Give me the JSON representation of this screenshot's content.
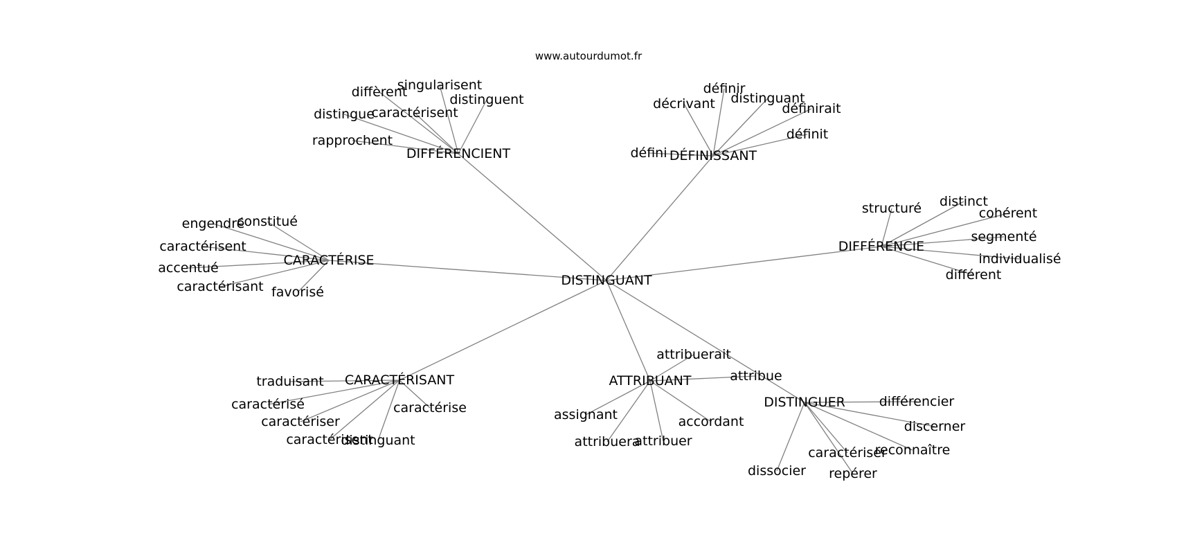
{
  "title": "www.autourdumot.fr",
  "edge_color": "#808080",
  "text_color": "#000000",
  "nodes": [
    {
      "id": "DISTINGUANT",
      "label": "DISTINGUANT"
    },
    {
      "id": "DIFFERENCIENT",
      "label": "DIFFÉRENCIENT"
    },
    {
      "id": "DEFINISSANT",
      "label": "DÉFINISSANT"
    },
    {
      "id": "CARACTERISE",
      "label": "CARACTÉRISE"
    },
    {
      "id": "DIFFERENCIE",
      "label": "DIFFÉRENCIE"
    },
    {
      "id": "CARACTERISANT",
      "label": "CARACTÉRISANT"
    },
    {
      "id": "ATTRIBUANT",
      "label": "ATTRIBUANT"
    },
    {
      "id": "DISTINGUER",
      "label": "DISTINGUER"
    },
    {
      "id": "differe",
      "label": "diffèrent"
    },
    {
      "id": "singularisent",
      "label": "singularisent"
    },
    {
      "id": "distinguent",
      "label": "distinguent"
    },
    {
      "id": "distingue",
      "label": "distingue"
    },
    {
      "id": "caracterisent1",
      "label": "caractérisent"
    },
    {
      "id": "rapprochent",
      "label": "rapprochent"
    },
    {
      "id": "definir",
      "label": "définir"
    },
    {
      "id": "decrivant",
      "label": "décrivant"
    },
    {
      "id": "distinguant2",
      "label": "distinguant"
    },
    {
      "id": "definirait",
      "label": "définirait"
    },
    {
      "id": "definit",
      "label": "définit"
    },
    {
      "id": "defini",
      "label": "défini"
    },
    {
      "id": "engendre",
      "label": "engendré"
    },
    {
      "id": "constitue",
      "label": "constitué"
    },
    {
      "id": "caracterisent2",
      "label": "caractérisent"
    },
    {
      "id": "accentue",
      "label": "accentué"
    },
    {
      "id": "caracterisant2",
      "label": "caractérisant"
    },
    {
      "id": "favorise",
      "label": "favorisé"
    },
    {
      "id": "structure",
      "label": "structuré"
    },
    {
      "id": "distinct",
      "label": "distinct"
    },
    {
      "id": "coherent",
      "label": "cohérent"
    },
    {
      "id": "segmente",
      "label": "segmenté"
    },
    {
      "id": "individualise",
      "label": "individualisé"
    },
    {
      "id": "different",
      "label": "différent"
    },
    {
      "id": "traduisant",
      "label": "traduisant"
    },
    {
      "id": "caracterise_pp",
      "label": "caractérisé"
    },
    {
      "id": "caracteriser1",
      "label": "caractériser"
    },
    {
      "id": "caracterisent3",
      "label": "caractérisent"
    },
    {
      "id": "distinguant3",
      "label": "distinguant"
    },
    {
      "id": "caracterise2",
      "label": "caractérise"
    },
    {
      "id": "attribuerait",
      "label": "attribuerait"
    },
    {
      "id": "attribue",
      "label": "attribue"
    },
    {
      "id": "assignant",
      "label": "assignant"
    },
    {
      "id": "accordant",
      "label": "accordant"
    },
    {
      "id": "attribuera",
      "label": "attribuera"
    },
    {
      "id": "attribuer",
      "label": "attribuer"
    },
    {
      "id": "differencier",
      "label": "différencier"
    },
    {
      "id": "discerner",
      "label": "discerner"
    },
    {
      "id": "reconnaitre",
      "label": "reconnaître"
    },
    {
      "id": "caracteriser2",
      "label": "caractériser"
    },
    {
      "id": "reperer",
      "label": "repérer"
    },
    {
      "id": "dissocier",
      "label": "dissocier"
    }
  ],
  "edges": [
    [
      "DISTINGUANT",
      "DIFFERENCIENT"
    ],
    [
      "DISTINGUANT",
      "DEFINISSANT"
    ],
    [
      "DISTINGUANT",
      "CARACTERISE"
    ],
    [
      "DISTINGUANT",
      "DIFFERENCIE"
    ],
    [
      "DISTINGUANT",
      "CARACTERISANT"
    ],
    [
      "DISTINGUANT",
      "ATTRIBUANT"
    ],
    [
      "DISTINGUANT",
      "DISTINGUER"
    ],
    [
      "DIFFERENCIENT",
      "differe"
    ],
    [
      "DIFFERENCIENT",
      "singularisent"
    ],
    [
      "DIFFERENCIENT",
      "distinguent"
    ],
    [
      "DIFFERENCIENT",
      "distingue"
    ],
    [
      "DIFFERENCIENT",
      "caracterisent1"
    ],
    [
      "DIFFERENCIENT",
      "rapprochent"
    ],
    [
      "DEFINISSANT",
      "definir"
    ],
    [
      "DEFINISSANT",
      "decrivant"
    ],
    [
      "DEFINISSANT",
      "distinguant2"
    ],
    [
      "DEFINISSANT",
      "definirait"
    ],
    [
      "DEFINISSANT",
      "definit"
    ],
    [
      "DEFINISSANT",
      "defini"
    ],
    [
      "CARACTERISE",
      "engendre"
    ],
    [
      "CARACTERISE",
      "constitue"
    ],
    [
      "CARACTERISE",
      "caracterisent2"
    ],
    [
      "CARACTERISE",
      "accentue"
    ],
    [
      "CARACTERISE",
      "caracterisant2"
    ],
    [
      "CARACTERISE",
      "favorise"
    ],
    [
      "DIFFERENCIE",
      "structure"
    ],
    [
      "DIFFERENCIE",
      "distinct"
    ],
    [
      "DIFFERENCIE",
      "coherent"
    ],
    [
      "DIFFERENCIE",
      "segmente"
    ],
    [
      "DIFFERENCIE",
      "individualise"
    ],
    [
      "DIFFERENCIE",
      "different"
    ],
    [
      "CARACTERISANT",
      "traduisant"
    ],
    [
      "CARACTERISANT",
      "caracterise_pp"
    ],
    [
      "CARACTERISANT",
      "caracteriser1"
    ],
    [
      "CARACTERISANT",
      "caracterisent3"
    ],
    [
      "CARACTERISANT",
      "distinguant3"
    ],
    [
      "CARACTERISANT",
      "caracterise2"
    ],
    [
      "ATTRIBUANT",
      "attribuerait"
    ],
    [
      "ATTRIBUANT",
      "attribue"
    ],
    [
      "ATTRIBUANT",
      "assignant"
    ],
    [
      "ATTRIBUANT",
      "accordant"
    ],
    [
      "ATTRIBUANT",
      "attribuera"
    ],
    [
      "ATTRIBUANT",
      "attribuer"
    ],
    [
      "DISTINGUER",
      "differencier"
    ],
    [
      "DISTINGUER",
      "discerner"
    ],
    [
      "DISTINGUER",
      "reconnaitre"
    ],
    [
      "DISTINGUER",
      "caracteriser2"
    ],
    [
      "DISTINGUER",
      "reperer"
    ],
    [
      "DISTINGUER",
      "dissocier"
    ]
  ]
}
